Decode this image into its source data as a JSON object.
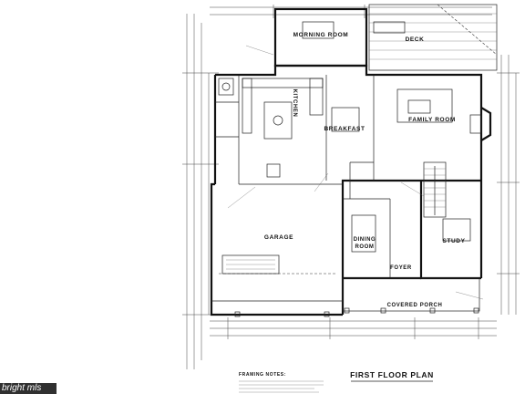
{
  "plan": {
    "title": "FIRST FLOOR PLAN",
    "rooms": {
      "morning_room": "MORNING ROOM",
      "deck": "DECK",
      "kitchen": "KITCHEN",
      "breakfast": "BREAKFAST",
      "family_room": "FAMILY ROOM",
      "garage": "GARAGE",
      "dining_room_1": "DINING",
      "dining_room_2": "ROOM",
      "foyer": "FOYER",
      "study": "STUDY",
      "covered_porch": "COVERED PORCH"
    },
    "notes_heading": "FRAMING NOTES:"
  },
  "colors": {
    "ink": "#111111",
    "paper": "#ffffff"
  },
  "watermark": "bright mls"
}
